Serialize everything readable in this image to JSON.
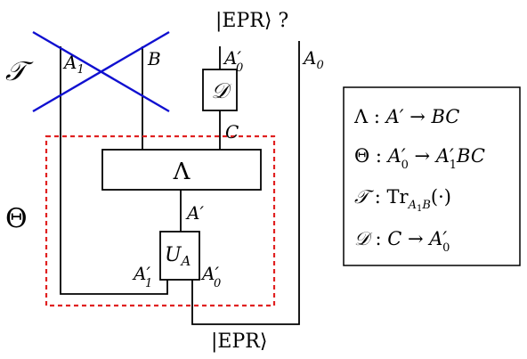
{
  "diagram": {
    "labels": {
      "top_epr": "|EPR⟩ ?",
      "bottom_epr": "|EPR⟩",
      "a1_top": "A",
      "a1_top_sub": "1",
      "b_top": "B",
      "a0p_top": "A′",
      "a0p_top_sub": "0",
      "a0_right": "A",
      "a0_right_sub": "0",
      "c_wire": "C",
      "ap_wire": "A′",
      "a1p_bottom": "A′",
      "a1p_bottom_sub": "1",
      "a0p_bottom": "A′",
      "a0p_bottom_sub": "0"
    },
    "boxes": {
      "lambda": "Λ",
      "d_channel": "𝒟",
      "u_a": "U",
      "u_a_sub": "A"
    },
    "side_labels": {
      "t": "𝒯",
      "theta": "Θ"
    },
    "legend": [
      {
        "lhs": "Λ",
        "rhs": "A′ → BC"
      },
      {
        "lhs": "Θ",
        "rhs": "A′₀ → A′₁BC"
      },
      {
        "lhs": "𝒯",
        "rhs": "Tr_{A₁B}(·)"
      },
      {
        "lhs": "𝒟",
        "rhs": "C → A′₀"
      }
    ],
    "colors": {
      "cross": "#1010d0",
      "dashed_box": "#e02020",
      "ink": "#000000"
    }
  }
}
